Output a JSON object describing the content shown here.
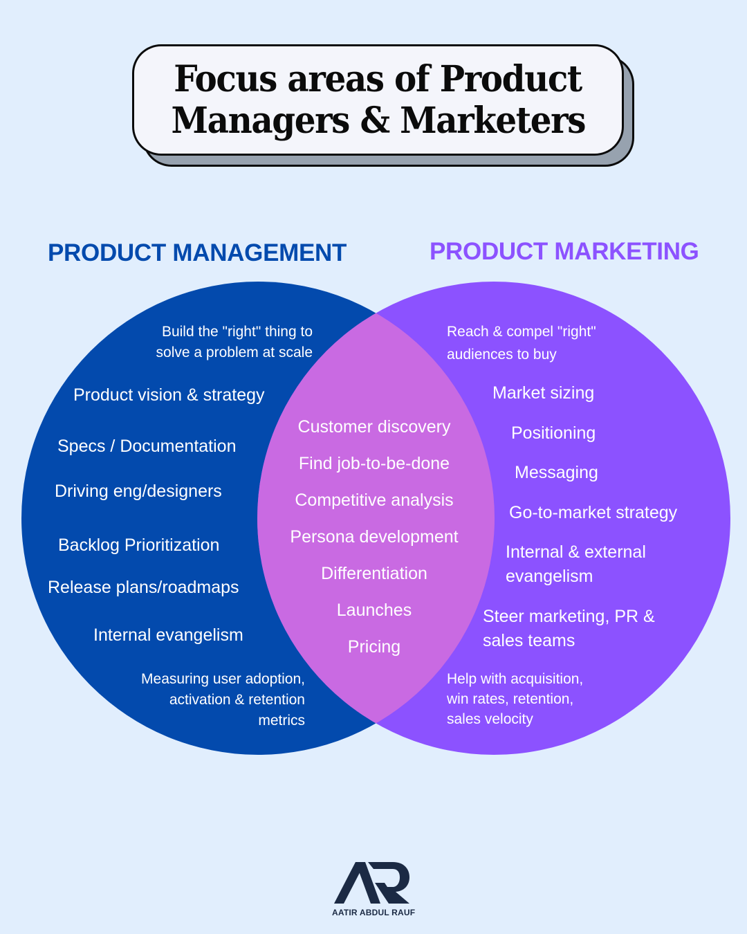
{
  "title": {
    "line1": "Focus areas of Product",
    "line2": "Managers & Marketers"
  },
  "colors": {
    "background": "#E1EEFD",
    "product_management": "#034AAD",
    "product_marketing": "#8C52FF",
    "overlap": "#C96AE2",
    "title_box": "#F4F5FB",
    "title_shadow": "#97A2AF"
  },
  "headings": {
    "product_management": "PRODUCT MANAGEMENT",
    "product_marketing": "PRODUCT MARKETING"
  },
  "product_management": {
    "summary_line1": "Build the \"right\" thing to",
    "summary_line2": "solve a problem at scale",
    "items": [
      "Product vision & strategy",
      "Specs / Documentation",
      "Driving eng/designers",
      "Backlog Prioritization",
      "Release plans/roadmaps",
      "Internal evangelism"
    ],
    "footer_line1": "Measuring user adoption,",
    "footer_line2": "activation & retention",
    "footer_line3": "metrics"
  },
  "overlap": {
    "items": [
      "Customer discovery",
      "Find job-to-be-done",
      "Competitive analysis",
      "Persona development",
      "Differentiation",
      "Launches",
      "Pricing"
    ]
  },
  "product_marketing": {
    "summary_line1": "Reach & compel \"right\"",
    "summary_line2": "audiences to buy",
    "items": [
      "Market sizing",
      "Positioning",
      "Messaging",
      "Go-to-market strategy"
    ],
    "evangelism_line1": "Internal & external",
    "evangelism_line2": "evangelism",
    "steer_line1": "Steer marketing, PR &",
    "steer_line2": "sales teams",
    "footer_line1": "Help with acquisition,",
    "footer_line2": "win rates, retention,",
    "footer_line3": "sales velocity"
  },
  "logo": {
    "monogram": "AR",
    "caption": "AATIR ABDUL RAUF"
  }
}
